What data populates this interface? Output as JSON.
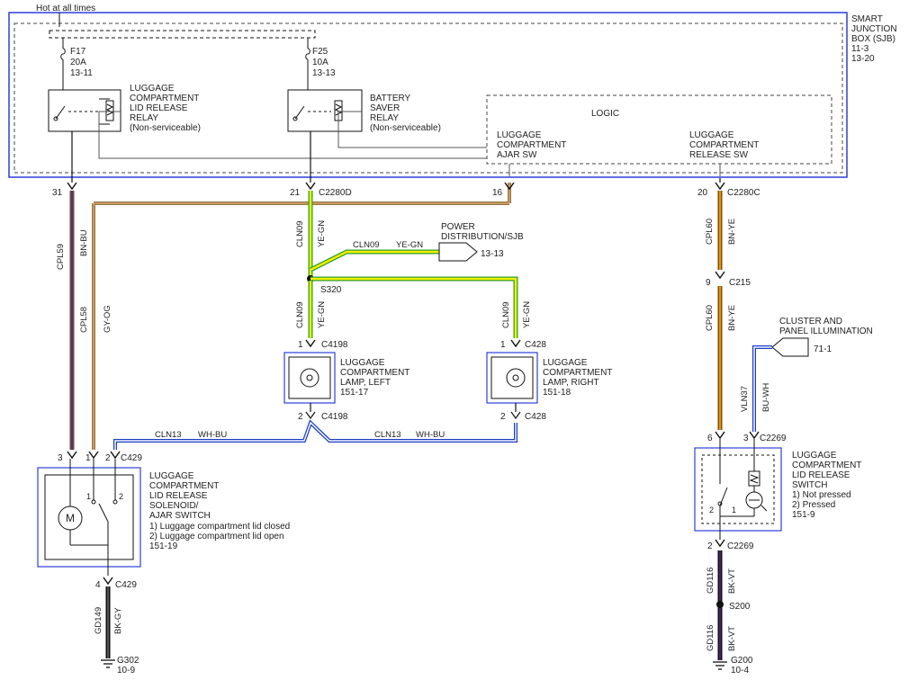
{
  "labels": {
    "hot": "Hot at all times",
    "sjb": [
      "SMART",
      "JUNCTION",
      "BOX (SJB)",
      "11-3",
      "13-20"
    ],
    "f17": [
      "F17",
      "20A",
      "13-11"
    ],
    "f25": [
      "F25",
      "10A",
      "13-13"
    ],
    "relay1": [
      "LUGGAGE",
      "COMPARTMENT",
      "LID RELEASE",
      "RELAY",
      "(Non-serviceable)"
    ],
    "relay2": [
      "BATTERY",
      "SAVER",
      "RELAY",
      "(Non-serviceable)"
    ],
    "logic": "LOGIC",
    "ajar_sw": [
      "LUGGAGE",
      "COMPARTMENT",
      "AJAR SW"
    ],
    "release_sw": [
      "LUGGAGE",
      "COMPARTMENT",
      "RELEASE SW"
    ],
    "pin31": "31",
    "pin21": "21",
    "pin16": "16",
    "pin20": "20",
    "c2280d": "C2280D",
    "c2280c": "C2280C",
    "power_dist": [
      "POWER",
      "DISTRIBUTION/SJB"
    ],
    "ref_13_13": "13-13",
    "s320": "S320",
    "c4198": "C4198",
    "c428": "C428",
    "lamp_left": [
      "LUGGAGE",
      "COMPARTMENT",
      "LAMP, LEFT",
      "151-17"
    ],
    "lamp_right": [
      "LUGGAGE",
      "COMPARTMENT",
      "LAMP, RIGHT",
      "151-18"
    ],
    "pin1": "1",
    "pin2": "2",
    "pin3": "3",
    "pin4": "4",
    "pin6": "6",
    "pin9": "9",
    "c429": "C429",
    "solenoid": [
      "LUGGAGE",
      "COMPARTMENT",
      "LID RELEASE",
      "SOLENOID/",
      "AJAR SWITCH",
      "1) Luggage compartment lid closed",
      "2) Luggage compartment lid open",
      "151-19"
    ],
    "motor": "M",
    "c215": "C215",
    "cluster": [
      "CLUSTER AND",
      "PANEL ILLUMINATION"
    ],
    "ref_71_1": "71-1",
    "c2269": "C2269",
    "switch": [
      "LUGGAGE",
      "COMPARTMENT",
      "LID RELEASE",
      "SWITCH",
      "1) Not pressed",
      "2) Pressed",
      "151-9"
    ],
    "s200": "S200",
    "g302": [
      "G302",
      "10-9"
    ],
    "g200": [
      "G200",
      "10-4"
    ]
  },
  "wires": {
    "cpl59": [
      "CPL59",
      "BN-BU"
    ],
    "cpl58": [
      "CPL58",
      "GY-OG"
    ],
    "cln09_main": [
      "CLN09",
      "YE-GN"
    ],
    "cln09_power": [
      "CLN09",
      "YE-GN"
    ],
    "cln09_left": [
      "CLN09",
      "YE-GN"
    ],
    "cln09_right": [
      "CLN09",
      "YE-GN"
    ],
    "cln13_a": [
      "CLN13",
      "WH-BU"
    ],
    "cln13_b": [
      "CLN13",
      "WH-BU"
    ],
    "cpl60_a": [
      "CPL60",
      "BN-YE"
    ],
    "cpl60_b": [
      "CPL60",
      "BN-YE"
    ],
    "vln37": [
      "VLN37",
      "BU-WH"
    ],
    "gd149": [
      "GD149",
      "BK-GY"
    ],
    "gd116_a": [
      "GD116",
      "BK-VT"
    ],
    "gd116_b": [
      "GD116",
      "BK-VT"
    ]
  },
  "colors": {
    "brown": "#8b4513",
    "blue": "#1a3cc8",
    "tan": "#c8965a",
    "gray_og": "#a09070",
    "yellow": "#e8e800",
    "green": "#2e9e2e",
    "orange": "#d2691e",
    "black": "#111111",
    "white_bu": "#ffffff"
  }
}
